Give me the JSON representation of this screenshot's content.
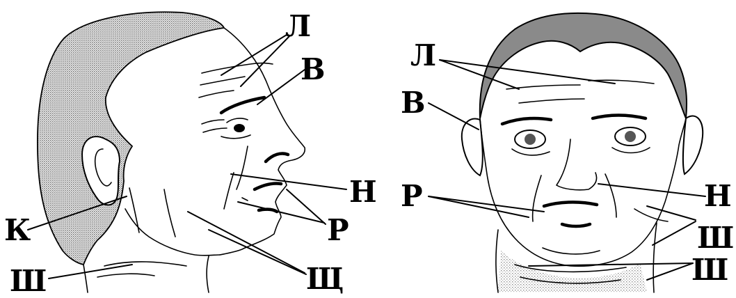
{
  "figure": {
    "left_profile": {
      "labels": {
        "L": "Л",
        "V": "В",
        "N": "Н",
        "R": "Р",
        "K": "К",
        "Shch": "Щ",
        "Sh": "Ш"
      }
    },
    "right_frontal": {
      "labels": {
        "L": "Л",
        "V": "В",
        "R": "Р",
        "N": "Н",
        "Sh_upper": "Ш",
        "Sh_lower": "Ш"
      }
    }
  },
  "colors": {
    "ink": "#000000",
    "hair_fill": "#9a9a9a",
    "neck_shade": "#c8c8c8",
    "background": "#ffffff"
  }
}
